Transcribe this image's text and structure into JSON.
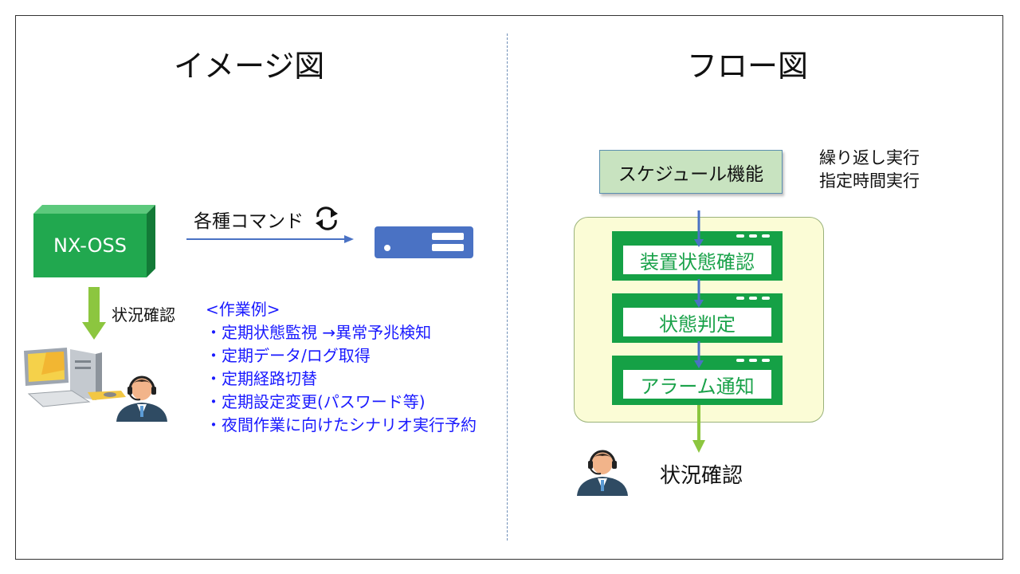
{
  "left": {
    "title": "イメージ図",
    "nxoss_label": "NX-OSS",
    "command_label": "各種コマンド",
    "status_label": "状況確認",
    "examples": [
      "<作業例>",
      "・定期状態監視 →異常予兆検知",
      "・定期データ/ログ取得",
      "・定期経路切替",
      "・定期設定変更(パスワード等)",
      "・夜間作業に向けたシナリオ実行予約"
    ]
  },
  "right": {
    "title": "フロー図",
    "schedule_label": "スケジュール機能",
    "schedule_notes": [
      "繰り返し実行",
      "指定時間実行"
    ],
    "steps": [
      "装置状態確認",
      "状態判定",
      "アラーム通知"
    ],
    "status_label": "状況確認"
  },
  "colors": {
    "green": "#21a84f",
    "blue_arrow": "#4a72c4",
    "light_green_arrow": "#8cc63f",
    "example_text": "#1a1aff"
  },
  "icons": [
    "refresh-icon",
    "server-icon",
    "computer-icon",
    "operator-icon"
  ]
}
